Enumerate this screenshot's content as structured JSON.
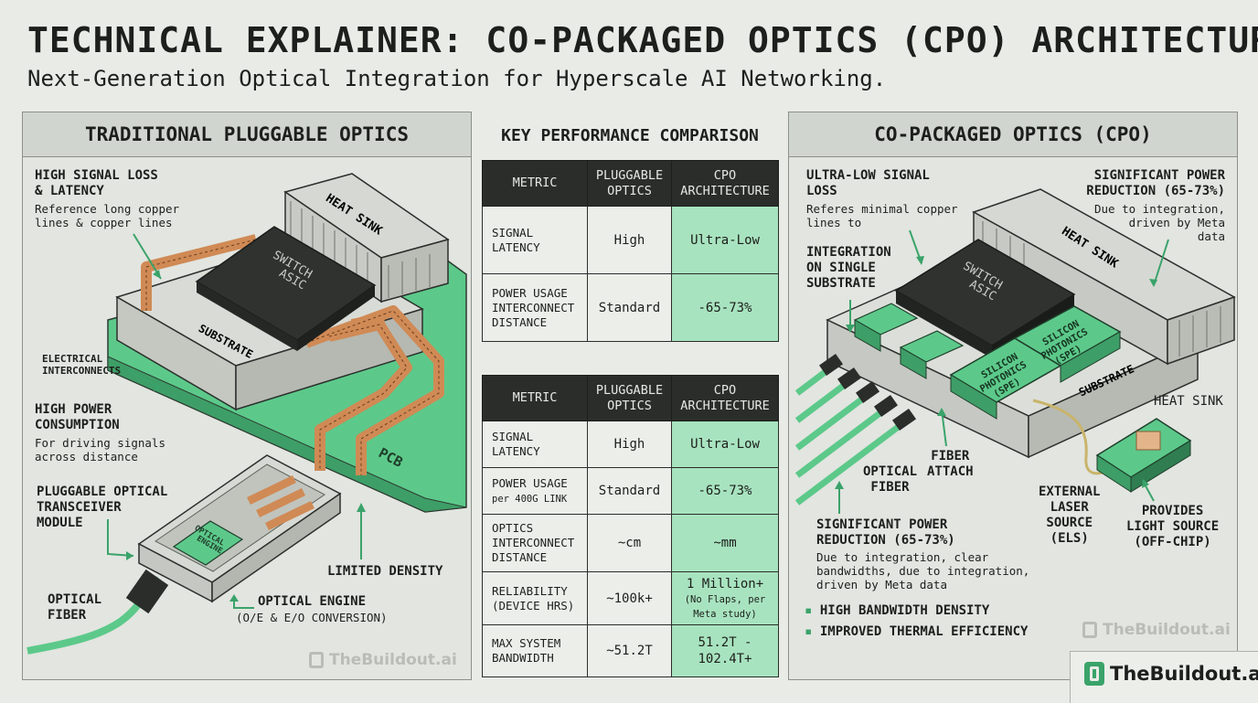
{
  "header": {
    "title": "TECHNICAL EXPLAINER: CO-PACKAGED OPTICS (CPO) ARCHITECTURE",
    "subtitle": "Next-Generation Optical Integration for Hyperscale AI Networking."
  },
  "left_panel": {
    "title": "TRADITIONAL PLUGGABLE OPTICS",
    "signal_loss_label": "HIGH SIGNAL LOSS\n& LATENCY",
    "signal_loss_desc": "Reference long copper\nlines & copper lines",
    "electrical_label": "ELECTRICAL\nINTERCONNECTS",
    "power_label": "HIGH POWER\nCONSUMPTION",
    "power_desc": "For driving signals\nacross distance",
    "module_label": "PLUGGABLE OPTICAL\nTRANSCEIVER\nMODULE",
    "fiber_label": "OPTICAL\nFIBER",
    "engine_label": "OPTICAL ENGINE",
    "engine_desc": "(O/E & E/O CONVERSION)",
    "density_label": "LIMITED DENSITY",
    "heat_sink": "HEAT SINK",
    "switch_asic": "SWITCH\nASIC",
    "substrate": "SUBSTRATE",
    "pcb": "PCB",
    "optical_engine_chip": "OPTICAL\nENGINE"
  },
  "comparison": {
    "title": "KEY PERFORMANCE COMPARISON",
    "headers": [
      "METRIC",
      "PLUGGABLE\nOPTICS",
      "CPO\nARCHITECTURE"
    ],
    "table1": [
      {
        "metric": "SIGNAL\nLATENCY",
        "pluggable": "High",
        "cpo": "Ultra-Low"
      },
      {
        "metric": "POWER USAGE\nINTERCONNECT\nDISTANCE",
        "pluggable": "Standard",
        "cpo": "-65-73%"
      }
    ],
    "table2": [
      {
        "metric": "SIGNAL\nLATENCY",
        "pluggable": "High",
        "cpo": "Ultra-Low"
      },
      {
        "metric": "POWER USAGE",
        "metric_note": "per 400G LINK",
        "pluggable": "Standard",
        "cpo": "-65-73%"
      },
      {
        "metric": "OPTICS\nINTERCONNECT\nDISTANCE",
        "pluggable": "~cm",
        "cpo": "~mm"
      },
      {
        "metric": "RELIABILITY\n(DEVICE HRS)",
        "pluggable": "~100k+",
        "cpo": "1 Million+",
        "cpo_note": "(No Flaps, per\nMeta study)"
      },
      {
        "metric": "MAX SYSTEM\nBANDWIDTH",
        "pluggable": "~51.2T",
        "cpo": "51.2T -\n102.4T+"
      }
    ]
  },
  "right_panel": {
    "title": "CO-PACKAGED OPTICS (CPO)",
    "ultra_low_label": "ULTRA-LOW SIGNAL\nLOSS",
    "ultra_low_desc": "Referes minimal copper\nlines to",
    "power_red_label": "SIGNIFICANT POWER\nREDUCTION (65-73%)",
    "power_red_desc": "Due to integration,\ndriven by Meta\ndata",
    "integration_label": "INTEGRATION\nON SINGLE\nSUBSTRATE",
    "heat_sink_top": "HEAT SINK",
    "heat_sink_right": "HEAT SINK",
    "switch_asic": "SWITCH\nASIC",
    "silicon_photonics_1": "SILICON\nPHOTONICS\n(SPE)",
    "silicon_photonics_2": "SILICON\nPHOTONICS\n(SPE)",
    "substrate": "SUBSTRATE",
    "fiber_attach": "FIBER\nATTACH",
    "optical_fiber": "OPTICAL\nFIBER",
    "external_laser": "EXTERNAL\nLASER\nSOURCE\n(ELS)",
    "provides_light": "PROVIDES\nLIGHT SOURCE\n(OFF-CHIP)",
    "power_red2_label": "SIGNIFICANT POWER\nREDUCTION (65-73%)",
    "power_red2_desc": "Due to integration, clear\nbandwidths, due to integration,\ndriven by Meta data",
    "bullets": [
      "HIGH BANDWIDTH DENSITY",
      "IMPROVED THERMAL EFFICIENCY"
    ]
  },
  "brand": {
    "name": "TheBuildout.ai"
  },
  "colors": {
    "accent_green": "#5cc98a",
    "dark_chip": "#2f322f",
    "copper": "#d08a55",
    "table_header": "#2a2d2a",
    "cpo_cell": "#a8e3bf"
  }
}
